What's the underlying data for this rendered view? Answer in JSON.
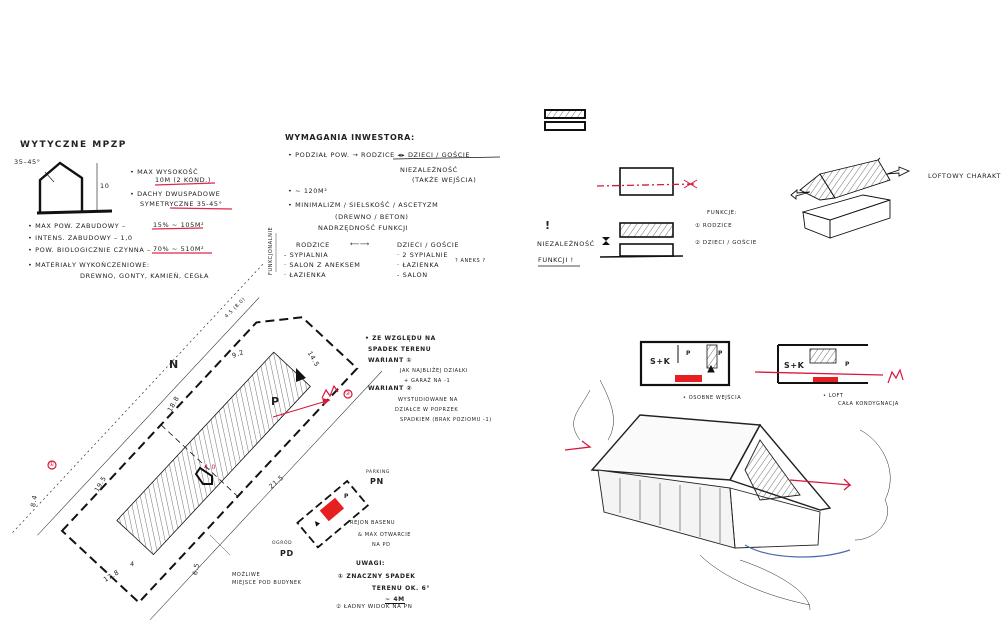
{
  "mpzp": {
    "title": "WYTYCZNE MPZP",
    "roof_angle": "35–45°",
    "height_dim": "10",
    "max_height_label": "• MAX WYSOKOŚĆ",
    "max_height_value": "10m (2 KOND.)",
    "roof_label": "• DACHY DWUSPADOWE",
    "roof_value": "SYMETRYCZNE 35-45°",
    "coverage": "• MAX POW. ZABUDOWY –",
    "coverage_value": "15% ~ 105m²",
    "intensity": "• INTENS. ZABUDOWY – 1,0",
    "bio": "• POW. BIOLOGICZNIE CZYNNA –",
    "bio_value": "70% ~ 510m²",
    "materials": "• MATERIAŁY WYKOŃCZENIOWE:",
    "materials_list": "DREWNO, GONTY, KAMIEŃ, CEGŁA"
  },
  "investor": {
    "title": "WYMAGANIA INWESTORA:",
    "split": "• PODZIAŁ POW. → RODZICE ◂▸ DZIECI / GOŚCIE",
    "independence": "NIEZALEŻNOŚĆ",
    "independence_note": "(TAKŻE WEJŚCIA)",
    "area": "• ~ 120m²",
    "style": "• MINIMALIZM / SIELSKOŚĆ / ASCETYZM",
    "materials": "(DREWNO / BETON)",
    "function": "NADRZĘDNOŚĆ FUNKCJI",
    "side_label": "FUNKCJONALNIE",
    "parents": "RODZICE",
    "arrow": "⟵⟶",
    "kids": "DZIECI / GOŚCIE",
    "parents_items": [
      "- SYPIALNIA",
      "· SALON Z ANEKSEM",
      "· ŁAZIENKA"
    ],
    "kids_items": [
      "· 2 SYPIALNIE",
      "· ŁAZIENKA",
      "- SALON"
    ],
    "kids_question": "? ANEKS ?"
  },
  "concept": {
    "exclaim": "!",
    "independence": "NIEZALEŻNOŚĆ",
    "functions": "FUNKCJI !",
    "functions_title": "FUNKCJE:",
    "function_1": "① RODZICE",
    "function_2": "② DZIECI / GOŚCIE",
    "loft": "LOFTOWY CHARAKTER"
  },
  "site": {
    "north": "N",
    "dims": [
      "9.2",
      "18.8",
      "19.5",
      "14.5",
      "21.5",
      "17.8",
      "6.5",
      "4",
      "8.4",
      "4.5 (8.0)"
    ],
    "height_mark": "4.0",
    "entry": "P",
    "marker_1": "①",
    "marker_2": "②",
    "buildable_note_1": "MOŻLIWE",
    "buildable_note_2": "MIEJSCE POD BUDYNEK",
    "parking_small": "PARKING",
    "parking": "PN",
    "garden_small": "OGRÓD",
    "garden": "PD",
    "pool_1": "REJON BASENU",
    "pool_2": "& MAX OTWARCIE",
    "pool_3": "NA PD",
    "small_p": "P"
  },
  "notes": {
    "slope_1": "• ZE WZGLĘDU NA",
    "slope_2": "SPADEK TERENU",
    "variant_1": "WARIANT ①",
    "variant_1_a": "JAK NAJBLIŻEJ DZIAŁKI",
    "variant_1_b": "+ GARAŻ NA -1",
    "variant_2": "WARIANT ②",
    "variant_2_a": "WYSTUDIOWANE NA",
    "variant_2_b": "DZIAŁCE W POPRZEK",
    "variant_2_c": "SPADKIEM (BRAK POZIOMU -1)",
    "remarks": "UWAGI:",
    "remark_1": "① ZNACZNY SPADEK",
    "remark_1b": "TERENU OK. 6°",
    "remark_1c": "~ 4m",
    "remark_2": "② ŁADNY WIDOK NA PN"
  },
  "plans": {
    "a_room": "S+K",
    "a_p1": "P",
    "a_p2": "P",
    "a_note": "• OSOBNE WEJŚCIA",
    "b_room": "S+K",
    "b_p": "P",
    "b_note_1": "• LOFT",
    "b_note_2": "CAŁA KONDYGNACJA"
  },
  "colors": {
    "ink": "#1a1a1a",
    "accent": "#d8173a"
  }
}
